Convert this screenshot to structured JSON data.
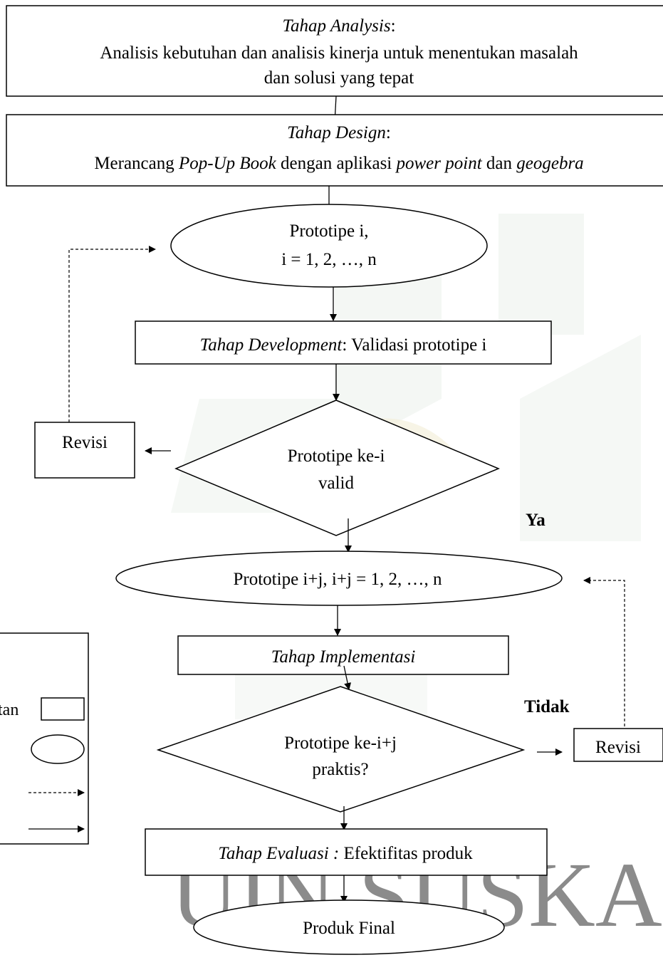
{
  "watermark": {
    "text": "UIN SUSKA RIAU",
    "color": "#d6e0d6"
  },
  "analysis": {
    "title": "Tahap Analysis",
    "title_suffix": ":",
    "line1": "Analisis kebutuhan dan analisis kinerja untuk menentukan masalah",
    "line2": "dan solusi yang tepat"
  },
  "design": {
    "title": "Tahap Design",
    "title_suffix": ":",
    "prefix": "Merancang ",
    "popup": "Pop-Up Book",
    "mid": " dengan aplikasi ",
    "ppt": "power point",
    "and": " dan ",
    "geo": "geogebra"
  },
  "proto1": {
    "line1": "Prototipe i,",
    "line2": "i = 1, 2, …, n"
  },
  "development": {
    "title": "Tahap Development",
    "rest": ": Validasi prototipe i"
  },
  "revisi_left": "Revisi",
  "valid_check": {
    "line1": "Prototipe ke-i",
    "line2": "valid"
  },
  "ya": "Ya",
  "proto2": {
    "text": "Prototipe i+j, i+j = 1, 2, …, n"
  },
  "implementasi": "Tahap Implementasi",
  "tidak": "Tidak",
  "praktis_check": {
    "line1": "Prototipe ke-i+j",
    "line2": "praktis?"
  },
  "revisi_right": "Revisi",
  "evaluasi": {
    "title": "Tahap Evaluasi :",
    "rest": " Efektifitas produk"
  },
  "final": "Produk Final",
  "legend": {
    "partial_label": "tan"
  }
}
